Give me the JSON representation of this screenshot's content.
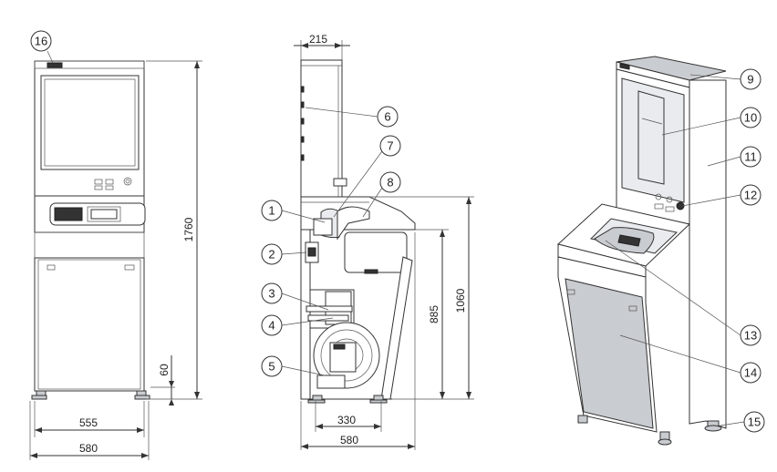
{
  "dimensions": {
    "front_height": "1760",
    "foot_height": "60",
    "front_inner_width": "555",
    "front_outer_width": "580",
    "side_top_depth": "215",
    "side_counter_height": "885",
    "side_top_height": "1060",
    "side_base_depth": "330",
    "side_total_depth": "580"
  },
  "callouts": [
    "1",
    "2",
    "3",
    "4",
    "5",
    "6",
    "7",
    "8",
    "9",
    "10",
    "11",
    "12",
    "13",
    "14",
    "15",
    "16"
  ]
}
